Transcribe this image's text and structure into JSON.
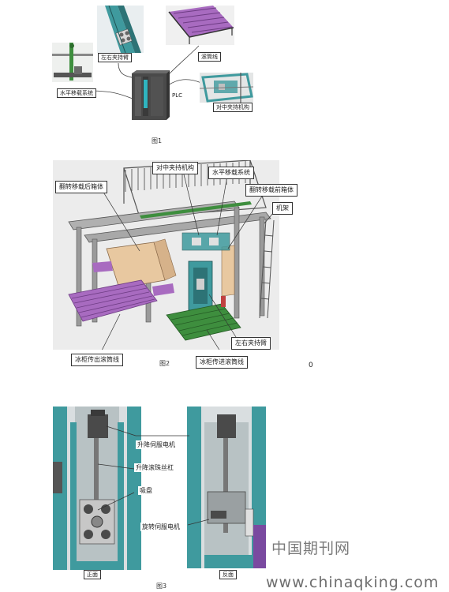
{
  "figure1": {
    "caption": "图1",
    "labels": {
      "left_right_arm": "左右夹持臂",
      "roller_line": "滚筒线",
      "horizontal_system": "水平移载系统",
      "plc": "PLC",
      "center_clamp": "对中夹持机构"
    }
  },
  "figure2": {
    "caption": "图2",
    "labels": {
      "center_clamp": "对中夹持机构",
      "horizontal_system": "水平移载系统",
      "rear_box": "翻转移载后箱体",
      "front_box": "翻转移载前箱体",
      "frame": "机架",
      "left_right_arm": "左右夹持臂",
      "out_line": "冰柜传出滚筒线",
      "in_line": "冰柜传进滚筒线"
    },
    "stray_mark": "0"
  },
  "figure3": {
    "caption": "图3",
    "labels": {
      "lift_servo": "升降伺服电机",
      "ball_screw": "升降滚珠丝杠",
      "suction_cup": "吸盘",
      "rotate_servo": "旋转伺服电机",
      "front_view": "正面",
      "back_view": "反面"
    }
  },
  "watermark": {
    "cn": "中国期刊网",
    "url": "www.chinaqking.com"
  },
  "colors": {
    "machine_teal": "#3f9a9e",
    "roller_purple": "#a86bc0",
    "box_tan": "#e8c8a0",
    "green_roller": "#3e8e3e",
    "plc_gray": "#4a4a4a"
  }
}
